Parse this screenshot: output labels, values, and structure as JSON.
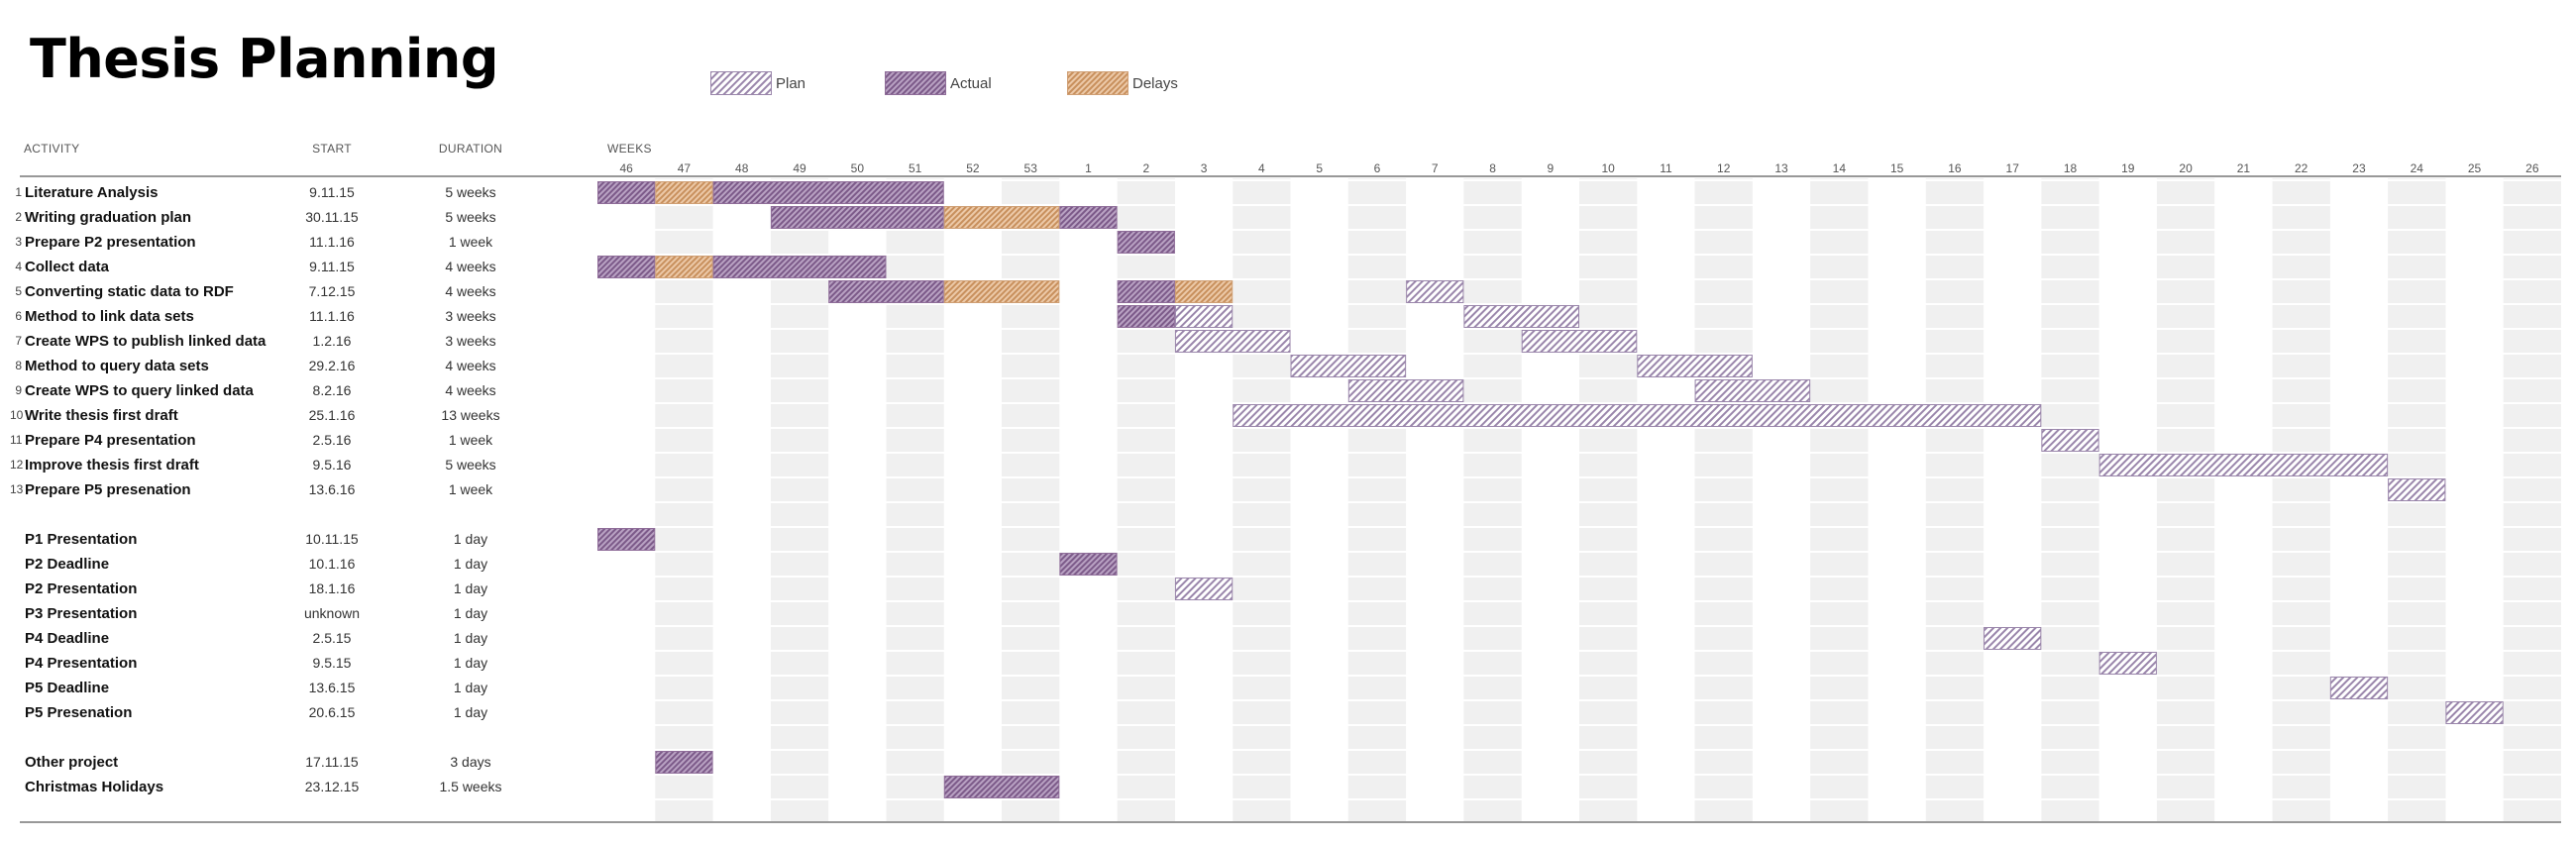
{
  "title": "Thesis Planning",
  "legend": [
    {
      "label": "Plan",
      "style": "plan"
    },
    {
      "label": "Actual",
      "style": "actual"
    },
    {
      "label": "Delays",
      "style": "delay"
    }
  ],
  "headers": {
    "activity": "ACTIVITY",
    "start": "START",
    "duration": "DURATION",
    "weeks": "WEEKS"
  },
  "colors": {
    "plan": "#9a86ab",
    "actual": "#8f6d99",
    "delay": "#cf9f74",
    "stripe": "#f0f0f0",
    "grid": "#ffffff",
    "rule": "#777777"
  },
  "chart_data": {
    "type": "gantt",
    "weeks": [
      "46",
      "47",
      "48",
      "49",
      "50",
      "51",
      "52",
      "53",
      "1",
      "2",
      "3",
      "4",
      "5",
      "6",
      "7",
      "8",
      "9",
      "10",
      "11",
      "12",
      "13",
      "14",
      "15",
      "16",
      "17",
      "18",
      "19",
      "20",
      "21",
      "22",
      "23",
      "24",
      "25",
      "26"
    ],
    "activities": [
      {
        "num": "1",
        "name": "Literature Analysis",
        "start": "9.11.15",
        "duration": "5 weeks",
        "bars": [
          {
            "from": "46",
            "weeks": 1,
            "type": "actual"
          },
          {
            "from": "47",
            "weeks": 1,
            "type": "delay"
          },
          {
            "from": "48",
            "weeks": 4,
            "type": "actual"
          }
        ]
      },
      {
        "num": "2",
        "name": "Writing graduation plan",
        "start": "30.11.15",
        "duration": "5 weeks",
        "bars": [
          {
            "from": "49",
            "weeks": 3,
            "type": "actual"
          },
          {
            "from": "52",
            "weeks": 2,
            "type": "delay"
          },
          {
            "from": "1",
            "weeks": 1,
            "type": "actual"
          }
        ]
      },
      {
        "num": "3",
        "name": "Prepare P2 presentation",
        "start": "11.1.16",
        "duration": "1 week",
        "bars": [
          {
            "from": "2",
            "weeks": 1,
            "type": "actual"
          }
        ]
      },
      {
        "num": "4",
        "name": "Collect data",
        "start": "9.11.15",
        "duration": "4 weeks",
        "bars": [
          {
            "from": "46",
            "weeks": 1,
            "type": "actual"
          },
          {
            "from": "47",
            "weeks": 1,
            "type": "delay"
          },
          {
            "from": "48",
            "weeks": 3,
            "type": "actual"
          }
        ]
      },
      {
        "num": "5",
        "name": "Converting static data to RDF",
        "start": "7.12.15",
        "duration": "4 weeks",
        "bars": [
          {
            "from": "50",
            "weeks": 2,
            "type": "actual"
          },
          {
            "from": "52",
            "weeks": 2,
            "type": "delay"
          },
          {
            "from": "2",
            "weeks": 1,
            "type": "actual"
          },
          {
            "from": "3",
            "weeks": 1,
            "type": "delay"
          },
          {
            "from": "7",
            "weeks": 1,
            "type": "plan"
          }
        ]
      },
      {
        "num": "6",
        "name": "Method to link data sets",
        "start": "11.1.16",
        "duration": "3 weeks",
        "bars": [
          {
            "from": "2",
            "weeks": 1,
            "type": "actual"
          },
          {
            "from": "3",
            "weeks": 1,
            "type": "plan"
          },
          {
            "from": "8",
            "weeks": 2,
            "type": "plan"
          }
        ]
      },
      {
        "num": "7",
        "name": "Create WPS to publish linked data",
        "start": "1.2.16",
        "duration": "3 weeks",
        "bars": [
          {
            "from": "3",
            "weeks": 2,
            "type": "plan"
          },
          {
            "from": "9",
            "weeks": 2,
            "type": "plan"
          }
        ]
      },
      {
        "num": "8",
        "name": "Method to query data sets",
        "start": "29.2.16",
        "duration": "4 weeks",
        "bars": [
          {
            "from": "5",
            "weeks": 2,
            "type": "plan"
          },
          {
            "from": "11",
            "weeks": 2,
            "type": "plan"
          }
        ]
      },
      {
        "num": "9",
        "name": "Create WPS to query linked data",
        "start": "8.2.16",
        "duration": "4 weeks",
        "bars": [
          {
            "from": "6",
            "weeks": 2,
            "type": "plan"
          },
          {
            "from": "12",
            "weeks": 2,
            "type": "plan"
          }
        ]
      },
      {
        "num": "10",
        "name": "Write thesis first draft",
        "start": "25.1.16",
        "duration": "13 weeks",
        "bars": [
          {
            "from": "4",
            "weeks": 14,
            "type": "plan"
          }
        ]
      },
      {
        "num": "11",
        "name": "Prepare P4 presentation",
        "start": "2.5.16",
        "duration": "1 week",
        "bars": [
          {
            "from": "18",
            "weeks": 1,
            "type": "plan"
          }
        ]
      },
      {
        "num": "12",
        "name": "Improve thesis first draft",
        "start": "9.5.16",
        "duration": "5 weeks",
        "bars": [
          {
            "from": "19",
            "weeks": 5,
            "type": "plan"
          }
        ]
      },
      {
        "num": "13",
        "name": "Prepare P5 presenation",
        "start": "13.6.16",
        "duration": "1 week",
        "bars": [
          {
            "from": "24",
            "weeks": 1,
            "type": "plan"
          }
        ]
      }
    ],
    "milestones": [
      {
        "name": "P1 Presentation",
        "start": "10.11.15",
        "duration": "1 day",
        "bars": [
          {
            "from": "46",
            "weeks": 1,
            "type": "actual"
          }
        ]
      },
      {
        "name": "P2 Deadline",
        "start": "10.1.16",
        "duration": "1 day",
        "bars": [
          {
            "from": "1",
            "weeks": 1,
            "type": "actual"
          }
        ]
      },
      {
        "name": "P2 Presentation",
        "start": "18.1.16",
        "duration": "1 day",
        "bars": [
          {
            "from": "3",
            "weeks": 1,
            "type": "plan"
          }
        ]
      },
      {
        "name": "P3 Presentation",
        "start": "unknown",
        "duration": "1 day",
        "bars": []
      },
      {
        "name": "P4 Deadline",
        "start": "2.5.15",
        "duration": "1 day",
        "bars": [
          {
            "from": "17",
            "weeks": 1,
            "type": "plan"
          }
        ]
      },
      {
        "name": "P4 Presentation",
        "start": "9.5.15",
        "duration": "1 day",
        "bars": [
          {
            "from": "19",
            "weeks": 1,
            "type": "plan"
          }
        ]
      },
      {
        "name": "P5 Deadline",
        "start": "13.6.15",
        "duration": "1 day",
        "bars": [
          {
            "from": "23",
            "weeks": 1,
            "type": "plan"
          }
        ]
      },
      {
        "name": "P5 Presenation",
        "start": "20.6.15",
        "duration": "1 day",
        "bars": [
          {
            "from": "25",
            "weeks": 1,
            "type": "plan"
          }
        ]
      }
    ],
    "other": [
      {
        "name": "Other project",
        "start": "17.11.15",
        "duration": "3 days",
        "bars": [
          {
            "from": "47",
            "weeks": 1,
            "type": "actual"
          }
        ]
      },
      {
        "name": "Christmas Holidays",
        "start": "23.12.15",
        "duration": "1.5 weeks",
        "bars": [
          {
            "from": "52",
            "weeks": 2,
            "type": "actual"
          }
        ]
      }
    ]
  }
}
